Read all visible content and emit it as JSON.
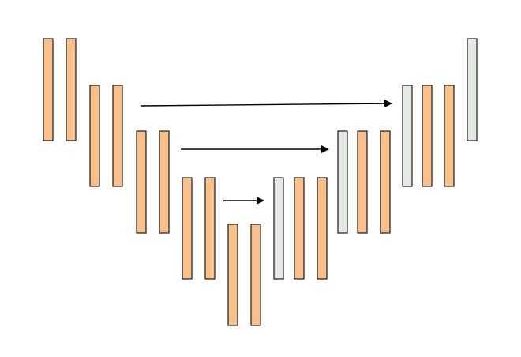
{
  "diagram": {
    "type": "unet-architecture",
    "colors": {
      "encoder_block": "#f9c08c",
      "decoder_block": "#e6e8e6",
      "stroke": "#1a1a1a",
      "arrow": "#000000",
      "background": "#ffffff"
    },
    "levels": 5,
    "encoder_levels": [
      {
        "level": 1,
        "blocks": [
          "encoder",
          "encoder"
        ]
      },
      {
        "level": 2,
        "blocks": [
          "encoder",
          "encoder"
        ]
      },
      {
        "level": 3,
        "blocks": [
          "encoder",
          "encoder"
        ]
      },
      {
        "level": 4,
        "blocks": [
          "encoder",
          "encoder"
        ]
      },
      {
        "level": 5,
        "blocks": [
          "encoder",
          "encoder"
        ]
      }
    ],
    "decoder_levels": [
      {
        "level": 4,
        "blocks": [
          "decoder",
          "encoder",
          "encoder"
        ]
      },
      {
        "level": 3,
        "blocks": [
          "decoder",
          "encoder",
          "encoder"
        ]
      },
      {
        "level": 2,
        "blocks": [
          "decoder",
          "encoder",
          "encoder"
        ]
      },
      {
        "level": 1,
        "blocks": [
          "decoder"
        ]
      }
    ],
    "skip_connections": [
      {
        "from_level": 2,
        "to_level": 2
      },
      {
        "from_level": 3,
        "to_level": 3
      },
      {
        "from_level": 4,
        "to_level": 4
      }
    ]
  }
}
